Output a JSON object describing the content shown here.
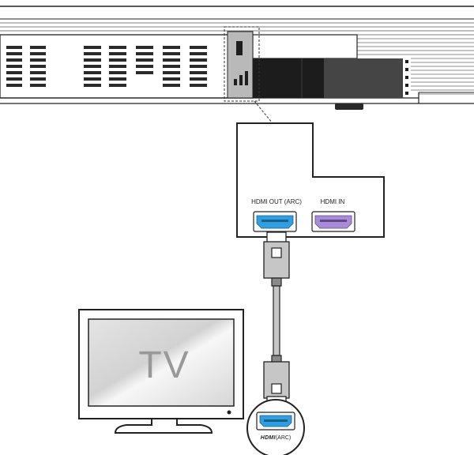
{
  "ports": {
    "hdmi_out_label": "HDMI OUT (ARC)",
    "hdmi_in_label": "HDMI IN",
    "hdmi_out_color": "#2f9fe0",
    "hdmi_in_color": "#a98bd6"
  },
  "tv": {
    "screen_label": "TV",
    "port_logo": "HDMI",
    "port_suffix": "(ARC)",
    "port_color": "#2f9fe0"
  },
  "colors": {
    "line": "#222222",
    "device_dark": "#1c1c1c",
    "device_mid": "#454545",
    "device_gray": "#b9b9b9"
  }
}
